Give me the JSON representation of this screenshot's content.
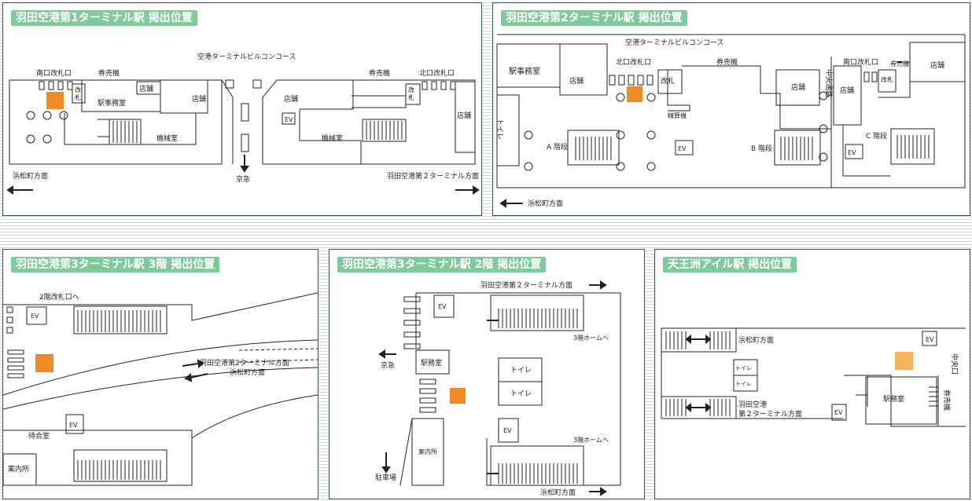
{
  "colors": {
    "marker": "#f08a24",
    "marker_light": "#f6b35f",
    "title_bg": "#7fc99a"
  },
  "panels": {
    "t1": {
      "title": "羽田空港第1ターミナル駅 掲出位置",
      "labels": {
        "concourse": "空港ターミナルビルコンコース",
        "south_gate": "南口改札口",
        "ticket1": "券売機",
        "ticket2": "券売機",
        "kaisatsu1": "改",
        "kaisatsu1b": "札",
        "kaisatsu2": "改",
        "kaisatsu2b": "札",
        "shop1": "店舗",
        "shop2": "店舗",
        "shop3": "店舗",
        "shop4": "店舗",
        "office": "駅事務室",
        "machine1": "機械室",
        "machine2": "機械室",
        "ev": "EV",
        "north_gate": "北口改札口",
        "keikyu": "京急",
        "hamamatsucho": "浜松町方面",
        "to_t2": "羽田空港第２ターミナル方面"
      }
    },
    "t2": {
      "title": "羽田空港第2ターミナル駅 掲出位置",
      "labels": {
        "concourse": "空港ターミナルビルコンコース",
        "office": "駅事務室",
        "shop1": "店舗",
        "shop2": "店舗",
        "shop3": "店舗",
        "shop4": "店舗",
        "north_gate": "北口改札口",
        "ticket1": "券売機",
        "ticket2": "券売機",
        "kaisatsu1": "改札",
        "kaisatsu2": "改札",
        "seisan": "精算機",
        "toilet": "トイレ",
        "stairs_a": "A 階段",
        "stairs_b": "B 階段",
        "stairs_c": "C 階段",
        "ev1": "EV",
        "ev2": "EV",
        "central_passage": "中央通路",
        "south_gate": "南口改札口",
        "hamamatsucho": "浜松町方面"
      }
    },
    "t3f3": {
      "title": "羽田空港第3ターミナル駅 3階 掲出位置",
      "labels": {
        "to_gate": "2階改札口へ",
        "ev1": "EV",
        "ev2": "EV",
        "to_t2": "羽田空港第2ターミナル方面",
        "hamamatsucho": "浜松町方面",
        "waiting": "待合室",
        "info": "案内所"
      }
    },
    "t3f2": {
      "title": "羽田空港第3ターミナル駅 2階 掲出位置",
      "labels": {
        "to_t2": "羽田空港第２ターミナル方面",
        "ev1": "EV",
        "ev2": "EV",
        "platform1": "3階ホームへ",
        "platform2": "3階ホームへ",
        "keikyu": "京急",
        "office": "駅務室",
        "toilet1": "トイレ",
        "toilet2": "トイレ",
        "info": "案内所",
        "parking": "駐車場",
        "hamamatsucho": "浜松町方面"
      }
    },
    "tennozu": {
      "title": "天王洲アイル駅 掲出位置",
      "labels": {
        "hamamatsucho": "浜松町方面",
        "ev1": "EV",
        "ev2": "EV",
        "central_gate": "中央口",
        "toilet1": "トイレ",
        "toilet2": "トイレ",
        "haneda1": "羽田空港",
        "haneda2": "第２ターミナル方面",
        "office": "駅務室",
        "ticket": "券売機"
      }
    }
  }
}
